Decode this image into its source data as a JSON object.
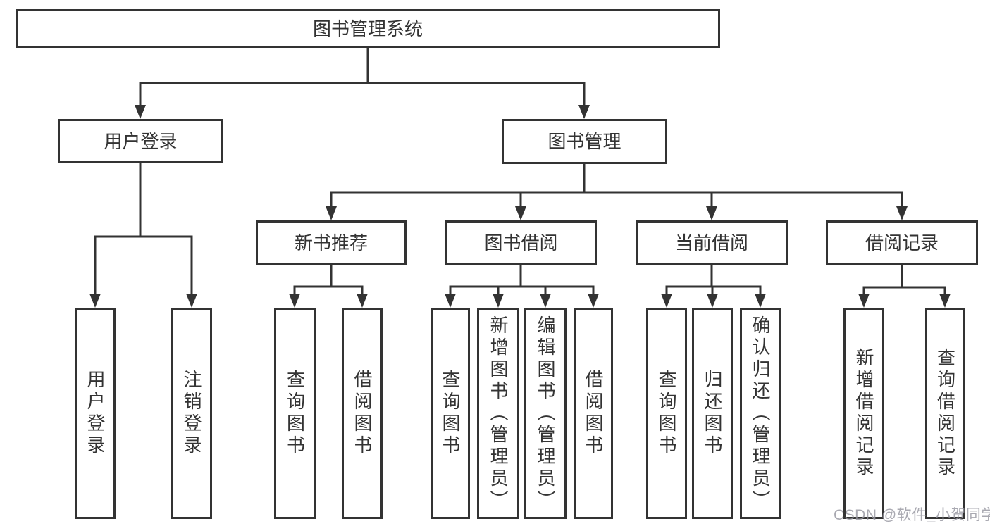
{
  "diagram_title": "图书管理系统",
  "watermark": "CSDN @软件_小贺同学",
  "colors": {
    "line": "#333333",
    "text": "#333333",
    "box_background": "#ffffff",
    "watermark": "#9696a0"
  },
  "nodes": {
    "root": {
      "label": "图书管理系统"
    },
    "user_login": {
      "label": "用户登录"
    },
    "book_mgmt": {
      "label": "图书管理"
    },
    "user_login_leaf": {
      "label": "用户登录"
    },
    "logout_leaf": {
      "label": "注销登录"
    },
    "new_book_rec": {
      "label": "新书推荐"
    },
    "book_borrow": {
      "label": "图书借阅"
    },
    "current_borrow": {
      "label": "当前借阅"
    },
    "borrow_records": {
      "label": "借阅记录"
    },
    "query_book_nbr": {
      "label": "查询图书"
    },
    "borrow_book_nbr": {
      "label": "借阅图书"
    },
    "query_book_bb": {
      "label": "查询图书"
    },
    "add_book": {
      "label": "新增图书（管理员）"
    },
    "edit_book": {
      "label": "编辑图书（管理员）"
    },
    "borrow_book_bb": {
      "label": "借阅图书"
    },
    "query_book_cb": {
      "label": "查询图书"
    },
    "return_book": {
      "label": "归还图书"
    },
    "confirm_return": {
      "label": "确认归还（管理员）"
    },
    "add_borrow_record": {
      "label": "新增借阅记录"
    },
    "query_borrow_record": {
      "label": "查询借阅记录"
    }
  },
  "hierarchy": {
    "图书管理系统": {
      "用户登录": [
        "用户登录",
        "注销登录"
      ],
      "图书管理": {
        "新书推荐": [
          "查询图书",
          "借阅图书"
        ],
        "图书借阅": [
          "查询图书",
          "新增图书（管理员）",
          "编辑图书（管理员）",
          "借阅图书"
        ],
        "当前借阅": [
          "查询图书",
          "归还图书",
          "确认归还（管理员）"
        ],
        "借阅记录": [
          "新增借阅记录",
          "查询借阅记录"
        ]
      }
    }
  }
}
